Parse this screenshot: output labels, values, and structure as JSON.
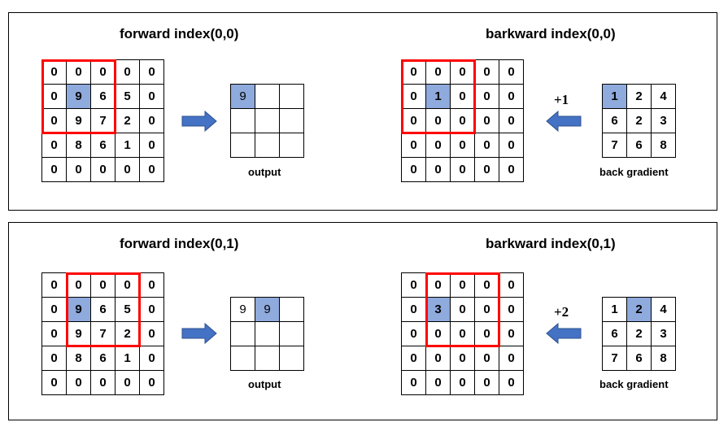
{
  "panels": [
    {
      "forward_title": "forward index(0,0)",
      "backward_title": "barkward index(0,0)",
      "input_grid": [
        [
          "0",
          "0",
          "0",
          "0",
          "0"
        ],
        [
          "0",
          "9",
          "6",
          "5",
          "0"
        ],
        [
          "0",
          "9",
          "7",
          "2",
          "0"
        ],
        [
          "0",
          "8",
          "6",
          "1",
          "0"
        ],
        [
          "0",
          "0",
          "0",
          "0",
          "0"
        ]
      ],
      "input_highlight": [
        1,
        1
      ],
      "output_grid": [
        [
          "9",
          "",
          ""
        ],
        [
          "",
          "",
          ""
        ],
        [
          "",
          "",
          ""
        ]
      ],
      "output_highlight": [
        0,
        0
      ],
      "output_caption": "output",
      "backward_grid": [
        [
          "0",
          "0",
          "0",
          "0",
          "0"
        ],
        [
          "0",
          "1",
          "0",
          "0",
          "0"
        ],
        [
          "0",
          "0",
          "0",
          "0",
          "0"
        ],
        [
          "0",
          "0",
          "0",
          "0",
          "0"
        ],
        [
          "0",
          "0",
          "0",
          "0",
          "0"
        ]
      ],
      "backward_highlight": [
        1,
        1
      ],
      "increment_label": "+1",
      "gradient_grid": [
        [
          "1",
          "2",
          "4"
        ],
        [
          "6",
          "2",
          "3"
        ],
        [
          "7",
          "6",
          "8"
        ]
      ],
      "gradient_highlight": [
        0,
        0
      ],
      "gradient_caption": "back gradient"
    },
    {
      "forward_title": "forward index(0,1)",
      "backward_title": "barkward index(0,1)",
      "input_grid": [
        [
          "0",
          "0",
          "0",
          "0",
          "0"
        ],
        [
          "0",
          "9",
          "6",
          "5",
          "0"
        ],
        [
          "0",
          "9",
          "7",
          "2",
          "0"
        ],
        [
          "0",
          "8",
          "6",
          "1",
          "0"
        ],
        [
          "0",
          "0",
          "0",
          "0",
          "0"
        ]
      ],
      "input_highlight": [
        1,
        1
      ],
      "output_grid": [
        [
          "9",
          "9",
          ""
        ],
        [
          "",
          "",
          ""
        ],
        [
          "",
          "",
          ""
        ]
      ],
      "output_highlight": [
        0,
        1
      ],
      "output_caption": "output",
      "backward_grid": [
        [
          "0",
          "0",
          "0",
          "0",
          "0"
        ],
        [
          "0",
          "3",
          "0",
          "0",
          "0"
        ],
        [
          "0",
          "0",
          "0",
          "0",
          "0"
        ],
        [
          "0",
          "0",
          "0",
          "0",
          "0"
        ],
        [
          "0",
          "0",
          "0",
          "0",
          "0"
        ]
      ],
      "backward_highlight": [
        1,
        1
      ],
      "increment_label": "+2",
      "gradient_grid": [
        [
          "1",
          "2",
          "4"
        ],
        [
          "6",
          "2",
          "3"
        ],
        [
          "7",
          "6",
          "8"
        ]
      ],
      "gradient_highlight": [
        0,
        1
      ],
      "gradient_caption": "back gradient"
    }
  ],
  "colors": {
    "highlight": "#8faadc",
    "window_border": "#ff0000",
    "arrow": "#4472c4"
  },
  "icons": {
    "forward_arrow": "right-arrow-icon",
    "backward_arrow": "left-arrow-icon"
  }
}
